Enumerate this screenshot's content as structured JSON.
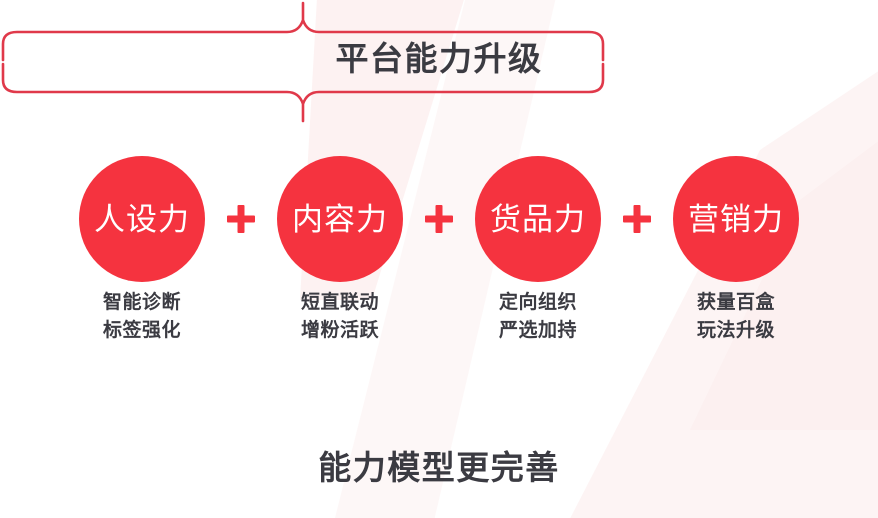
{
  "top_heading": "平台能力升级",
  "bottom_heading": "能力模型更完善",
  "colors": {
    "accent_red": "#f5333f",
    "heading_text": "#3b3b42",
    "circle_label": "#ffffff",
    "background": "#ffffff",
    "background_tint": "#fdf1f1"
  },
  "operator": "+",
  "abilities": [
    {
      "label": "人设力",
      "caption_line1": "智能诊断",
      "caption_line2": "标签强化"
    },
    {
      "label": "内容力",
      "caption_line1": "短直联动",
      "caption_line2": "增粉活跃"
    },
    {
      "label": "货品力",
      "caption_line1": "定向组织",
      "caption_line2": "严选加持"
    },
    {
      "label": "营销力",
      "caption_line1": "获量百盒",
      "caption_line2": "玩法升级"
    }
  ]
}
